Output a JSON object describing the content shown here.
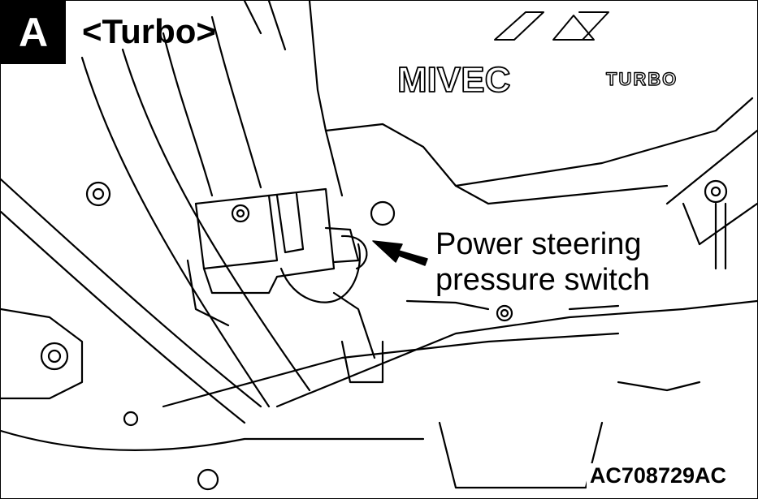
{
  "view_badge": "A",
  "variant_label": "<Turbo>",
  "logo": {
    "brand": "MIVEC",
    "suffix": "TURBO"
  },
  "callout": {
    "line1": "Power steering",
    "line2": "pressure switch"
  },
  "figure_code": "AC708729AC"
}
